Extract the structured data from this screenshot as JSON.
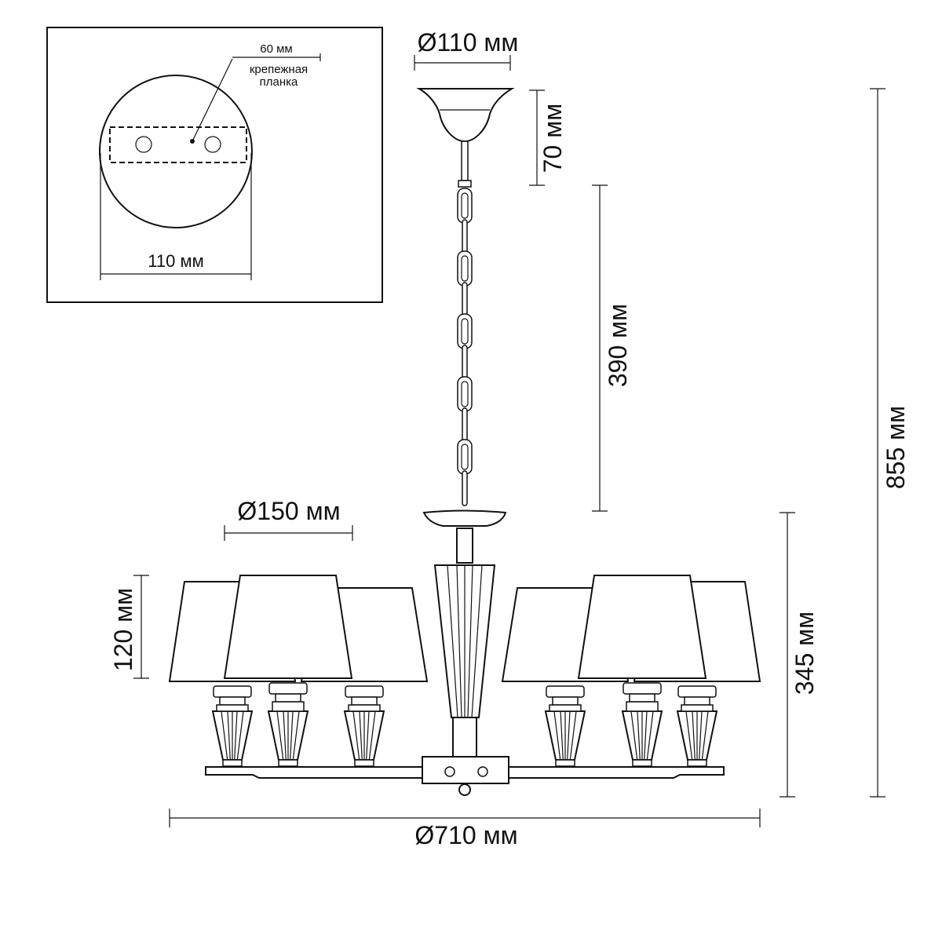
{
  "inset": {
    "bracket_width_label": "60 мм",
    "bracket_name_line1": "крепежная",
    "bracket_name_line2": "планка",
    "canopy_diameter_label": "110 мм"
  },
  "dimensions": {
    "canopy_diameter": "Ø110 мм",
    "canopy_height": "70 мм",
    "chain_length": "390 мм",
    "total_height": "855 мм",
    "shade_diameter": "Ø150 мм",
    "shade_height": "120 мм",
    "body_height": "345 мм",
    "overall_diameter": "Ø710 мм"
  },
  "colors": {
    "line": "#111111",
    "background": "#ffffff"
  }
}
